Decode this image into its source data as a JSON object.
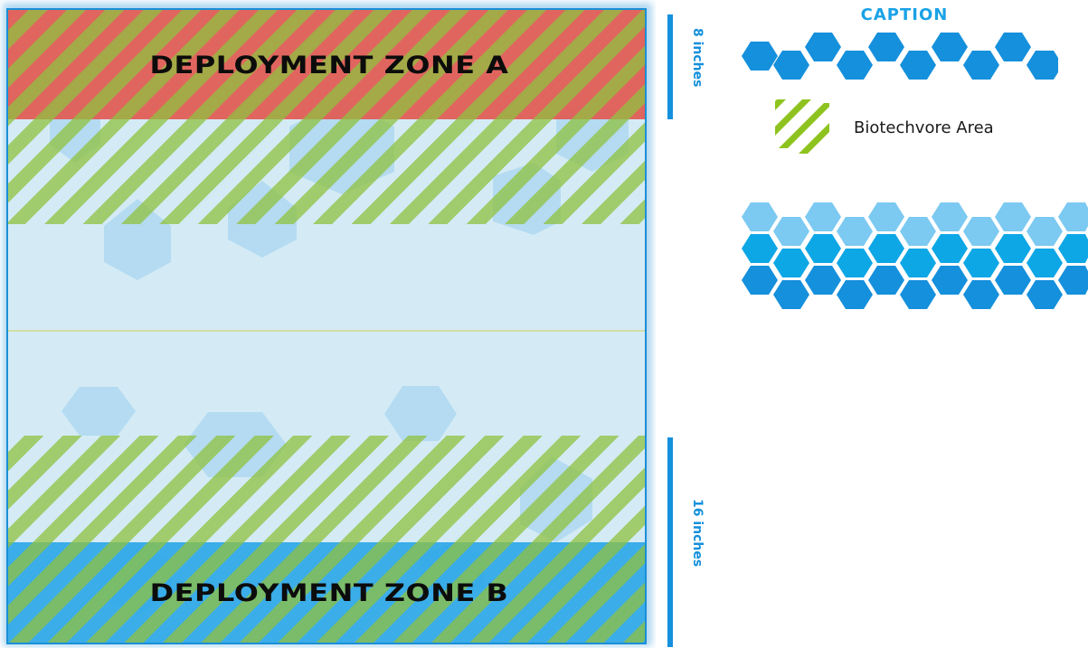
{
  "board": {
    "zone_a_label": "DEPLOYMENT ZONE A",
    "zone_b_label": "DEPLOYMENT ZONE B"
  },
  "measurements": {
    "zone_a_depth": "8 inches",
    "zone_b_depth": "16 inches"
  },
  "legend": {
    "title": "CAPTION",
    "biotechvore_label": "Biotechvore Area"
  },
  "colors": {
    "zone_a_red": "#e2574f",
    "zone_b_blue": "#2aa6e8",
    "board_bg": "#d4ebf6",
    "stripe_green": "#8fc13f",
    "legend_green": "#8ec31f",
    "hex_dark": "#1590dc",
    "hex_mid": "#0ea7e6",
    "hex_light": "#7cc9f1",
    "measure_blue": "#1590dc"
  }
}
